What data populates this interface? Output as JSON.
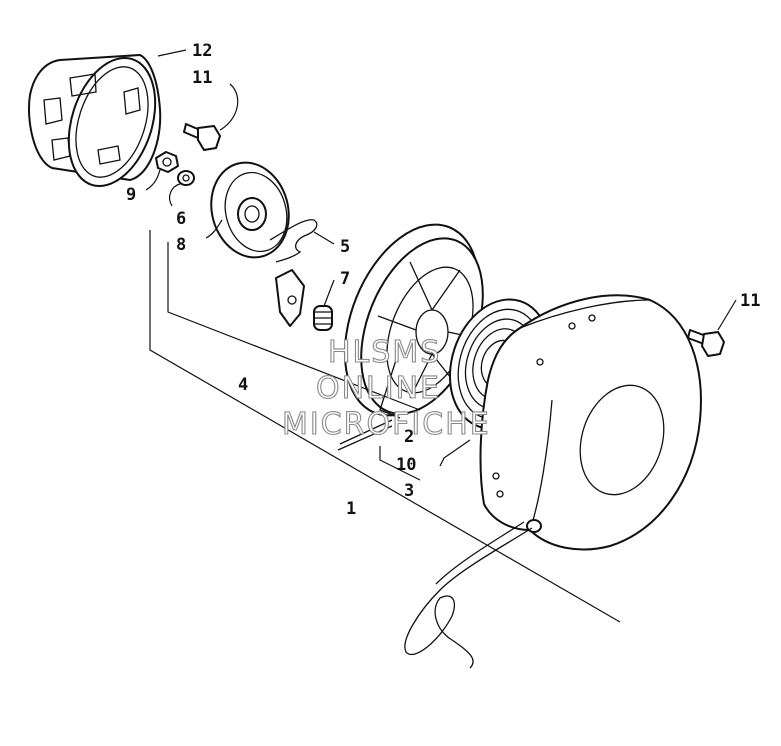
{
  "callouts": {
    "c1": "1",
    "c2": "2",
    "c3": "3",
    "c4": "4",
    "c5": "5",
    "c6": "6",
    "c7": "7",
    "c8": "8",
    "c9": "9",
    "c10": "10",
    "c11_top": "11",
    "c11_right": "11",
    "c12": "12"
  },
  "watermark": {
    "line1": "HLSMS",
    "line2": "ONLINE",
    "line3": "MICROFICHE"
  },
  "colors": {
    "ink": "#111111",
    "paper": "#ffffff",
    "watermark": "#8a8a8a"
  }
}
